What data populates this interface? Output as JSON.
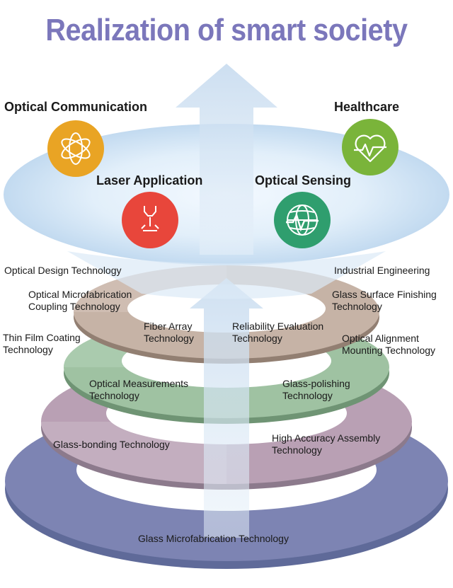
{
  "title": "Realization of smart society",
  "applications": [
    {
      "id": "comm",
      "label": "Optical Communication",
      "icon": "atom-orbit-icon",
      "color": "#e9a424"
    },
    {
      "id": "health",
      "label": "Healthcare",
      "icon": "heart-pulse-icon",
      "color": "#7ab43a"
    },
    {
      "id": "laser",
      "label": "Laser Application",
      "icon": "laser-beam-icon",
      "color": "#e8463b"
    },
    {
      "id": "sensing",
      "label": "Optical Sensing",
      "icon": "globe-signal-icon",
      "color": "#2f9e6e"
    }
  ],
  "technologies": {
    "optical_design": "Optical Design Technology",
    "industrial_engineering": "Industrial Engineering",
    "microfabrication_coupling": "Optical Microfabrication\nCoupling Technology",
    "glass_surface_finishing": "Glass Surface Finishing\nTechnology",
    "thin_film": "Thin Film Coating\nTechnology",
    "fiber_array": "Fiber Array\nTechnology",
    "reliability": "Reliability Evaluation\nTechnology",
    "optical_alignment": "Optical Alignment\nMounting Technology",
    "optical_measurements": "Optical Measurements\nTechnology",
    "glass_polishing": "Glass-polishing\nTechnology",
    "glass_bonding": "Glass-bonding Technology",
    "high_accuracy_assembly": "High Accuracy Assembly\nTechnology",
    "glass_microfabrication": "Glass Microfabrication Technology"
  },
  "colors": {
    "title": "#7b77bb",
    "ring_bottom": "#7d84b3",
    "ring_mauve": "#b9a0b4",
    "ring_green": "#9fc2a2",
    "ring_tan": "#c6b3a6",
    "disk_top": "#cfe3f4",
    "arrow": "#c4d8ee"
  }
}
